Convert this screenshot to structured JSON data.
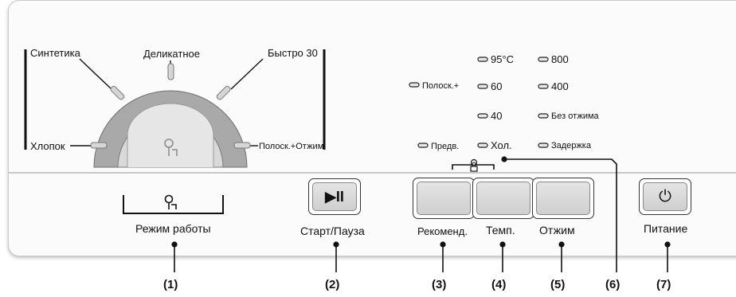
{
  "dial": {
    "programs": {
      "synthetics": "Синтетика",
      "delicate": "Деликатное",
      "quick30": "Быстро 30",
      "cotton": "Хлопок",
      "rinse_spin": "Полоск.+Отжим"
    },
    "dial_label": "Режим работы"
  },
  "options": {
    "col1": [
      "Полоск.+",
      "Предв."
    ],
    "col2": [
      "95°C",
      "60",
      "40",
      "Хол."
    ],
    "col3": [
      "800",
      "400",
      "Без отжима",
      "Задержка"
    ]
  },
  "buttons": {
    "start_pause_label": "Старт/Пауза",
    "start_pause_glyph": "▶II",
    "recommended_label": "Рекоменд.",
    "temp_label": "Темп.",
    "spin_label": "Отжим",
    "power_label": "Питание",
    "power_glyph": "⏻"
  },
  "callouts": [
    "(1)",
    "(2)",
    "(3)",
    "(4)",
    "(5)",
    "(6)",
    "(7)"
  ]
}
